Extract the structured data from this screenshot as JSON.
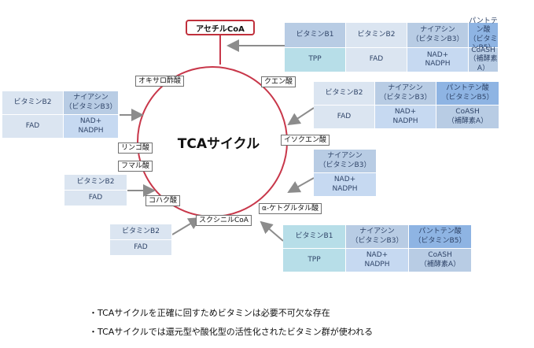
{
  "start_compound": "アセチルCoA",
  "cycle_title": "TCAサイクル",
  "metabolites": {
    "oxaloacetate": "オキサロ酢酸",
    "citrate": "クエン酸",
    "isocitrate": "イソクエン酸",
    "akg": "α-ケトグルタル酸",
    "succinyl_coa": "スクシニルCoA",
    "succinate": "コハク酸",
    "fumarate": "フマル酸",
    "malate": "リンゴ酸"
  },
  "vitamin_tables": {
    "pdh": {
      "b1": "ビタミンB1",
      "tpp": "TPP",
      "b2": "ビタミンB2",
      "fad": "FAD",
      "niacin_1": "ナイアシン",
      "niacin_2": "（ビタミンB3）",
      "nad": "NAD+",
      "nadph": "NADPH",
      "panto_1": "パントテン酸",
      "panto_2": "（ビタミンB5）",
      "coash": "CoASH",
      "coash_2": "（補酵素A）"
    },
    "malate_dh": {
      "b2": "ビタミンB2",
      "fad": "FAD",
      "niacin_1": "ナイアシン",
      "niacin_2": "（ビタミンB3）",
      "nad": "NAD+",
      "nadph": "NADPH"
    },
    "isocitrate_dh": {
      "b2": "ビタミンB2",
      "fad": "FAD",
      "niacin_1": "ナイアシン",
      "niacin_2": "（ビタミンB3）",
      "nad": "NAD+",
      "nadph": "NADPH",
      "panto_1": "パントテン酸",
      "panto_2": "（ビタミンB5）",
      "coash": "CoASH",
      "coash_2": "（補酵素A）"
    },
    "akg_niacin": {
      "niacin_1": "ナイアシン",
      "niacin_2": "（ビタミンB3）",
      "nad": "NAD+",
      "nadph": "NADPH"
    },
    "succinate_dh": {
      "b2": "ビタミンB2",
      "fad": "FAD"
    },
    "succinyl_b2": {
      "b2": "ビタミンB2",
      "fad": "FAD"
    },
    "akg_dh": {
      "b1": "ビタミンB1",
      "tpp": "TPP",
      "niacin_1": "ナイアシン",
      "niacin_2": "（ビタミンB3）",
      "nad": "NAD+",
      "nadph": "NADPH",
      "panto_1": "パントテン酸",
      "panto_2": "（ビタミンB5）",
      "coash": "CoASH",
      "coash_2": "（補酵素A）"
    }
  },
  "notes": [
    "・TCAサイクルを正確に回すためビタミンは必要不可欠な存在",
    "・TCAサイクルでは還元型や酸化型の活性化されたビタミン群が使われる"
  ],
  "colors": {
    "cycle_ring": "#c8374a",
    "arrow": "#8c8c8c",
    "cell_blue": "#b8cce4",
    "cell_light": "#dbe5f1",
    "cell_cyan": "#b7dee8",
    "cell_deep": "#8eb4e3"
  }
}
